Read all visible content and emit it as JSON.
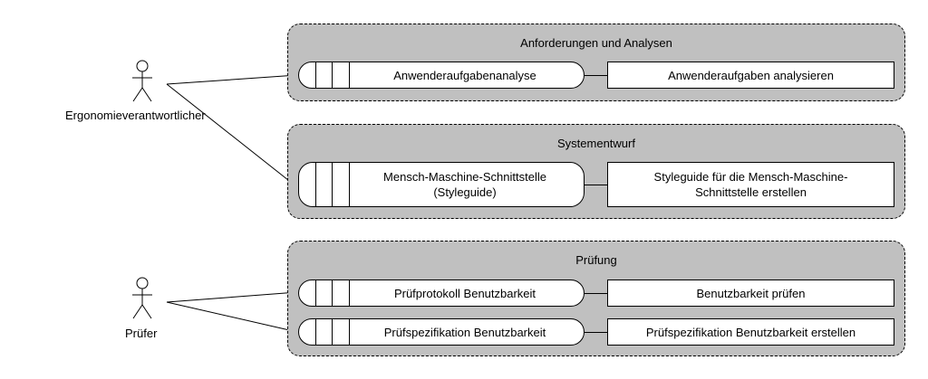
{
  "actors": [
    {
      "id": "ergonomie",
      "label": "Ergonomieverantwortlicher"
    },
    {
      "id": "pruefer",
      "label": "Prüfer"
    }
  ],
  "groups": [
    {
      "title": "Anforderungen und Analysen",
      "rows": [
        {
          "artifact": "Anwenderaufgabenanalyse",
          "activity": "Anwenderaufgaben analysieren"
        }
      ]
    },
    {
      "title": "Systementwurf",
      "rows": [
        {
          "artifact": "Mensch-Maschine-Schnittstelle (Styleguide)",
          "activity": "Styleguide für die Mensch-Maschine-Schnittstelle erstellen"
        }
      ]
    },
    {
      "title": "Prüfung",
      "rows": [
        {
          "artifact": "Prüfprotokoll Benutzbarkeit",
          "activity": "Benutzbarkeit prüfen"
        },
        {
          "artifact": "Prüfspezifikation Benutzbarkeit",
          "activity": "Prüfspezifikation Benutzbarkeit erstellen"
        }
      ]
    }
  ]
}
